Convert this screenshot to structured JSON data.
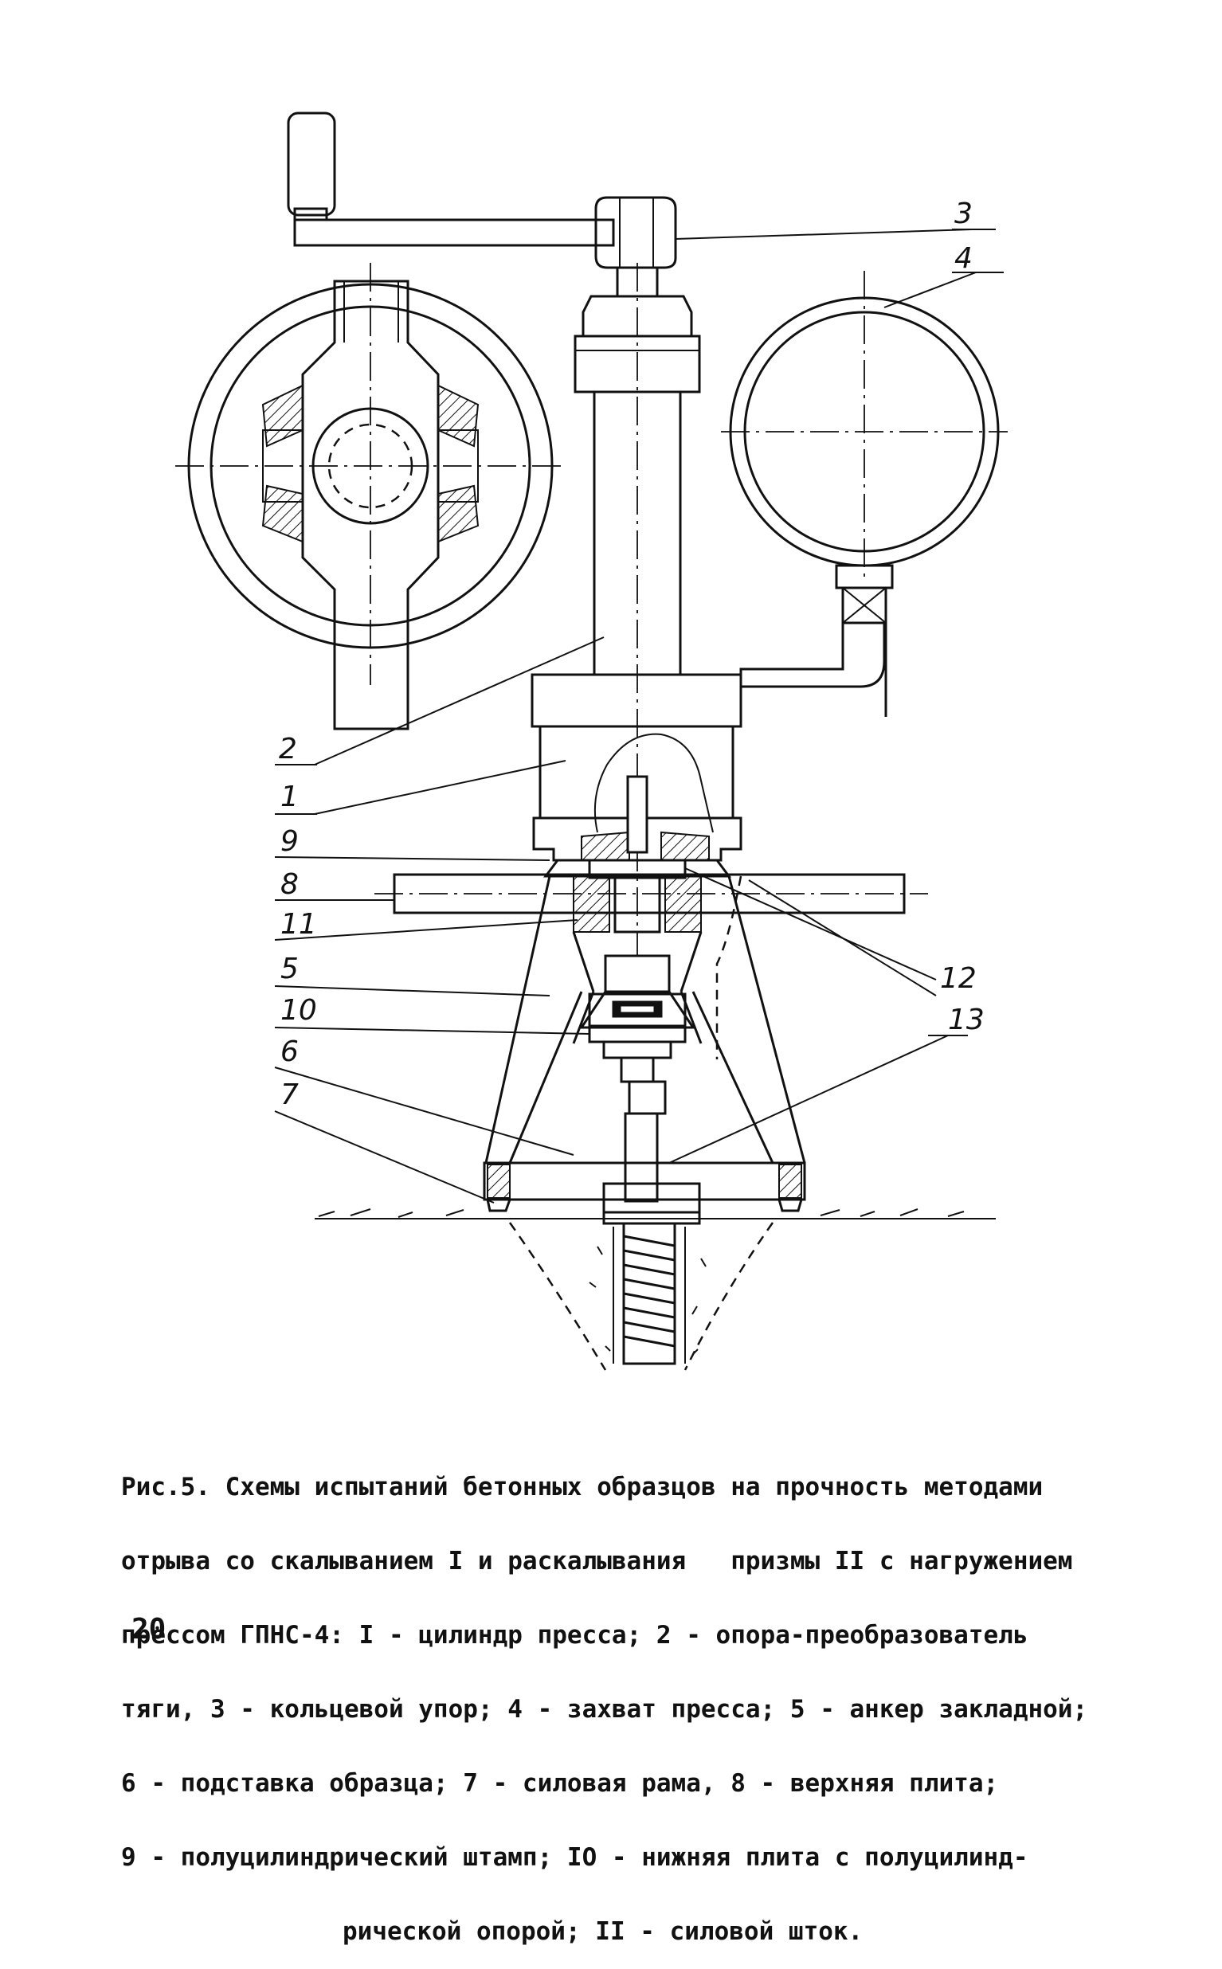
{
  "figure": {
    "callouts": [
      "3",
      "4",
      "2",
      "1",
      "9",
      "8",
      "11",
      "5",
      "10",
      "6",
      "7",
      "12",
      "13"
    ]
  },
  "caption": {
    "lines": [
      "Рис.5. Схемы испытаний бетонных образцов на прочность методами",
      "отрыва со скалыванием I и раскалывания   призмы II с нагружением",
      "прессом ГПНС-4: I - цилиндр пресса; 2 - опора-преобразователь",
      "тяги, 3 - кольцевой упор; 4 - захват пресса; 5 - анкер закладной;",
      "6 - подставка образца; 7 - силовая рама, 8 - верхняя плита;",
      "9 - полуцилиндрический штамп; IO - нижняя плита с полуцилинд-",
      "рической опорой; II - силовой шток."
    ]
  },
  "page_number": "20"
}
